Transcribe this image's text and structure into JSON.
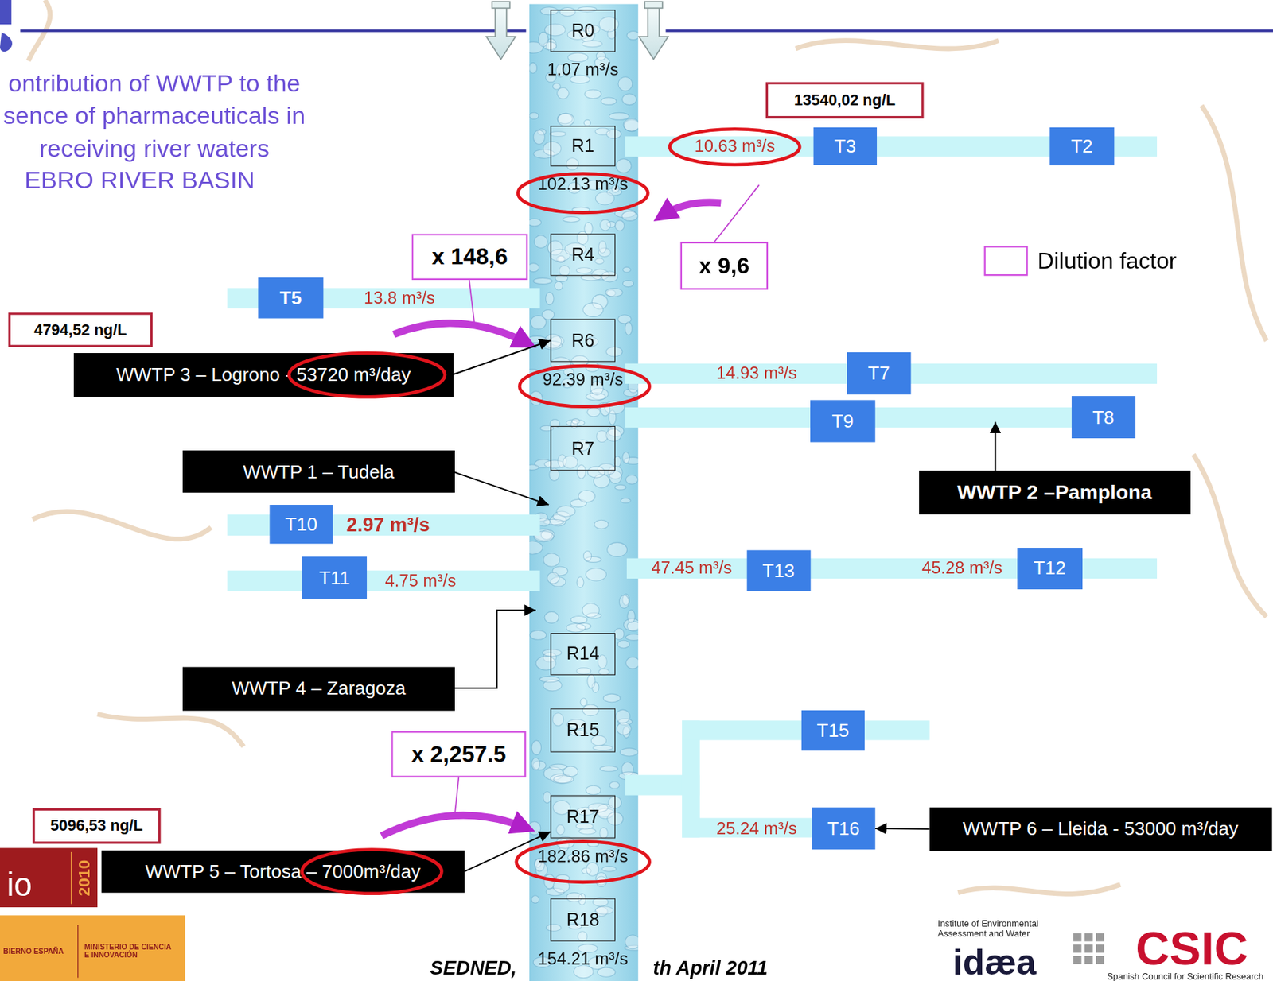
{
  "diagram": {
    "title": "ontribution of WWTP to the sence of pharmaceuticals in receiving river waters",
    "nodes": [
      {
        "text": [
          "R0",
          "1.07 m³/s"
        ]
      },
      {
        "text": [
          "13540,02 ng/L"
        ]
      },
      {
        "text": [
          "R1",
          "102.13 m³/s"
        ]
      },
      {
        "text": [
          "T3"
        ]
      },
      {
        "text": [
          "T2"
        ]
      },
      {
        "text": [
          "x 148,6"
        ]
      },
      {
        "text": [
          "R4"
        ]
      },
      {
        "text": [
          "x 9,6"
        ]
      },
      {
        "text": [
          "T5"
        ]
      },
      {
        "text": [
          "4794,52 ng/L"
        ]
      },
      {
        "text": [
          "R6",
          "92.39 m³/s"
        ]
      },
      {
        "text": [
          "WWTP 3 – Logrono - 53720 m³/day"
        ]
      },
      {
        "text": [
          "T7"
        ]
      },
      {
        "text": [
          "T9"
        ]
      },
      {
        "text": [
          "T8"
        ]
      },
      {
        "text": [
          "R7"
        ]
      },
      {
        "text": [
          "WWTP 1 – Tudela"
        ]
      },
      {
        "text": [
          "WWTP 2 –Pamplona"
        ]
      },
      {
        "text": [
          "T10"
        ]
      },
      {
        "text": [
          "T13"
        ]
      },
      {
        "text": [
          "T12"
        ]
      },
      {
        "text": [
          "T11"
        ]
      },
      {
        "text": [
          "R14"
        ]
      },
      {
        "text": [
          "WWTP 4 – Zaragoza"
        ]
      },
      {
        "text": [
          "T15"
        ]
      },
      {
        "text": [
          "R15"
        ]
      },
      {
        "text": [
          "x 2,257.5"
        ]
      },
      {
        "text": [
          "R17",
          "182.86 m³/s"
        ]
      },
      {
        "text": [
          "5096,53 ng/L"
        ]
      },
      {
        "text": [
          "T16"
        ]
      },
      {
        "text": [
          "WWTP 6 – Lleida - 53000 m³/day"
        ]
      },
      {
        "text": [
          "WWTP 5 – Tortosa – 7000m³/day"
        ]
      },
      {
        "text": [
          "R18",
          "154.21 m³/s"
        ]
      }
    ],
    "edges": [
      {
        "from": 11,
        "to": 10,
        "arrow": "to"
      },
      {
        "from": 30,
        "to": 29,
        "arrow": "to"
      },
      {
        "from": 31,
        "to": 27,
        "arrow": "to"
      }
    ],
    "labels": [
      "EBRO RIVER BASIN",
      "10.63 m³/s",
      "13.8 m³/s",
      "14.93 m³/s",
      "2.97 m³/s",
      "4.75 m³/s",
      "47.45 m³/s",
      "45.28 m³/s",
      "25.24 m³/s",
      "SEDNED,",
      "th April 2011",
      "io",
      "2010",
      "BIERNO ESPAÑA",
      "MINISTERIO DE CIENCIA E INNOVACIÓN",
      "Institute of Environmental Assessment and Water",
      "idæa",
      "CSIC",
      "Spanish Council for Scientific Research"
    ],
    "legend": [
      {
        "text": "Dilution factor"
      }
    ]
  }
}
